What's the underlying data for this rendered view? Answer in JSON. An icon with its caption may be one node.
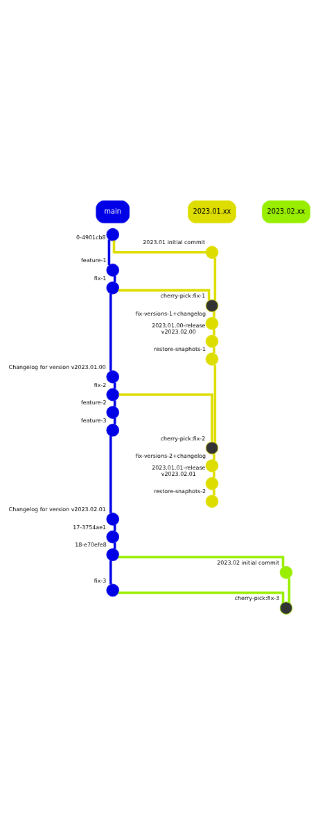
{
  "diagram": {
    "nodes": [
      {
        "text": [
          "main"
        ]
      },
      {
        "text": [
          "2023.01.xx"
        ]
      },
      {
        "text": [
          "2023.02.xx"
        ]
      },
      {
        "text": [],
        "shape": "circle",
        "beside": [
          "0-4901cb8"
        ]
      },
      {
        "text": [],
        "shape": "circle",
        "beside": [
          "2023.01 initial commit"
        ]
      },
      {
        "text": [],
        "shape": "circle",
        "beside": [
          "feature-1"
        ]
      },
      {
        "text": [],
        "shape": "circle",
        "beside": [
          "fix-1"
        ]
      },
      {
        "text": [],
        "shape": "circle",
        "beside": [
          "cherry-pick:fix-1"
        ]
      },
      {
        "text": [],
        "shape": "circle",
        "beside": [
          "fix-versions-1+changelog"
        ]
      },
      {
        "text": [],
        "shape": "circle",
        "beside": [
          "2023.01.00-release",
          "v2023.02.00"
        ]
      },
      {
        "text": [],
        "shape": "circle",
        "beside": [
          "restore-snaphots-1"
        ]
      },
      {
        "text": [],
        "shape": "circle",
        "beside": [
          "Changelog for version v2023.01.00"
        ]
      },
      {
        "text": [],
        "shape": "circle",
        "beside": [
          "fix-2"
        ]
      },
      {
        "text": [],
        "shape": "circle",
        "beside": [
          "feature-2"
        ]
      },
      {
        "text": [],
        "shape": "circle",
        "beside": [
          "feature-3"
        ]
      },
      {
        "text": [],
        "shape": "circle",
        "beside": [
          "cherry-pick:fix-2"
        ]
      },
      {
        "text": [],
        "shape": "circle",
        "beside": [
          "fix-versions-2+changelog"
        ]
      },
      {
        "text": [],
        "shape": "circle",
        "beside": [
          "2023.01.01-release",
          "v2023.02.01"
        ]
      },
      {
        "text": [],
        "shape": "circle",
        "beside": [
          "restore-snaphots-2"
        ]
      },
      {
        "text": [],
        "shape": "circle",
        "beside": [
          "Changelog for version v2023.02.01"
        ]
      },
      {
        "text": [],
        "shape": "circle",
        "beside": [
          "17-3754ae1"
        ]
      },
      {
        "text": [],
        "shape": "circle",
        "beside": [
          "18-e70efe8"
        ]
      },
      {
        "text": [],
        "shape": "circle",
        "beside": [
          "2023.02 initial commit"
        ]
      },
      {
        "text": [],
        "shape": "circle",
        "beside": [
          "fix-3"
        ]
      },
      {
        "text": [],
        "shape": "circle",
        "beside": [
          "cherry-pick:fix-3"
        ]
      }
    ],
    "edges": [
      {
        "from": 3,
        "to": 5,
        "arrow": "none",
        "color": "#0000e6"
      },
      {
        "from": 5,
        "to": 6,
        "arrow": "none",
        "color": "#0000e6"
      },
      {
        "from": 6,
        "to": 11,
        "arrow": "none",
        "color": "#0000e6"
      },
      {
        "from": 11,
        "to": 12,
        "arrow": "none",
        "color": "#0000e6"
      },
      {
        "from": 12,
        "to": 13,
        "arrow": "none",
        "color": "#0000e6"
      },
      {
        "from": 13,
        "to": 14,
        "arrow": "none",
        "color": "#0000e6"
      },
      {
        "from": 14,
        "to": 19,
        "arrow": "none",
        "color": "#0000e6"
      },
      {
        "from": 19,
        "to": 20,
        "arrow": "none",
        "color": "#0000e6"
      },
      {
        "from": 20,
        "to": 21,
        "arrow": "none",
        "color": "#0000e6"
      },
      {
        "from": 21,
        "to": 23,
        "arrow": "none",
        "color": "#0000e6"
      },
      {
        "from": 3,
        "to": 4,
        "arrow": "none",
        "color": "#dddd00"
      },
      {
        "from": 4,
        "to": 7,
        "arrow": "none",
        "color": "#dddd00"
      },
      {
        "from": 6,
        "to": 7,
        "arrow": "none",
        "color": "#dddd00"
      },
      {
        "from": 7,
        "to": 8,
        "arrow": "none",
        "color": "#dddd00"
      },
      {
        "from": 8,
        "to": 9,
        "arrow": "none",
        "color": "#dddd00"
      },
      {
        "from": 9,
        "to": 10,
        "arrow": "none",
        "color": "#dddd00"
      },
      {
        "from": 10,
        "to": 15,
        "arrow": "none",
        "color": "#dddd00"
      },
      {
        "from": 12,
        "to": 15,
        "arrow": "none",
        "color": "#dddd00"
      },
      {
        "from": 15,
        "to": 16,
        "arrow": "none",
        "color": "#dddd00"
      },
      {
        "from": 16,
        "to": 17,
        "arrow": "none",
        "color": "#dddd00"
      },
      {
        "from": 17,
        "to": 18,
        "arrow": "none",
        "color": "#dddd00"
      },
      {
        "from": 21,
        "to": 22,
        "arrow": "none",
        "color": "#99ee00"
      },
      {
        "from": 22,
        "to": 24,
        "arrow": "none",
        "color": "#99ee00"
      },
      {
        "from": 23,
        "to": 24,
        "arrow": "none",
        "color": "#99ee00"
      }
    ]
  }
}
